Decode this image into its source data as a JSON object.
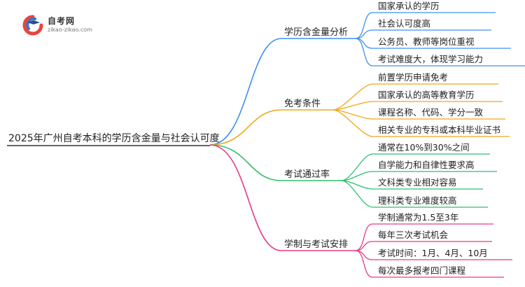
{
  "logo": {
    "title": "自考网",
    "url": "zikao-zikao.com"
  },
  "root": {
    "label": "2025年广州自考本科的学历含金量与社会认可度"
  },
  "colors": {
    "root_line": "#333333",
    "text": "#222222"
  },
  "branches": [
    {
      "label": "学历含金量分析",
      "color": "#3d8ff0",
      "items": [
        "国家承认的学历",
        "社会认可度高",
        "公务员、教师等岗位重视",
        "考试难度大，体现学习能力"
      ]
    },
    {
      "label": "免考条件",
      "color": "#f0a81a",
      "items": [
        "前置学历申请免考",
        "国家承认的高等教育学历",
        "课程名称、代码、学分一致",
        "相关专业的专科或本科毕业证书"
      ]
    },
    {
      "label": "考试通过率",
      "color": "#2fbf70",
      "items": [
        "通常在10%到30%之间",
        "自学能力和自律性要求高",
        "文科类专业相对容易",
        "理科类专业难度较高"
      ]
    },
    {
      "label": "学制与考试安排",
      "color": "#e83a86",
      "items": [
        "学制通常为1.5至3年",
        "每年三次考试机会",
        "考试时间：1月、4月、10月",
        "每次最多报考四门课程"
      ]
    }
  ]
}
